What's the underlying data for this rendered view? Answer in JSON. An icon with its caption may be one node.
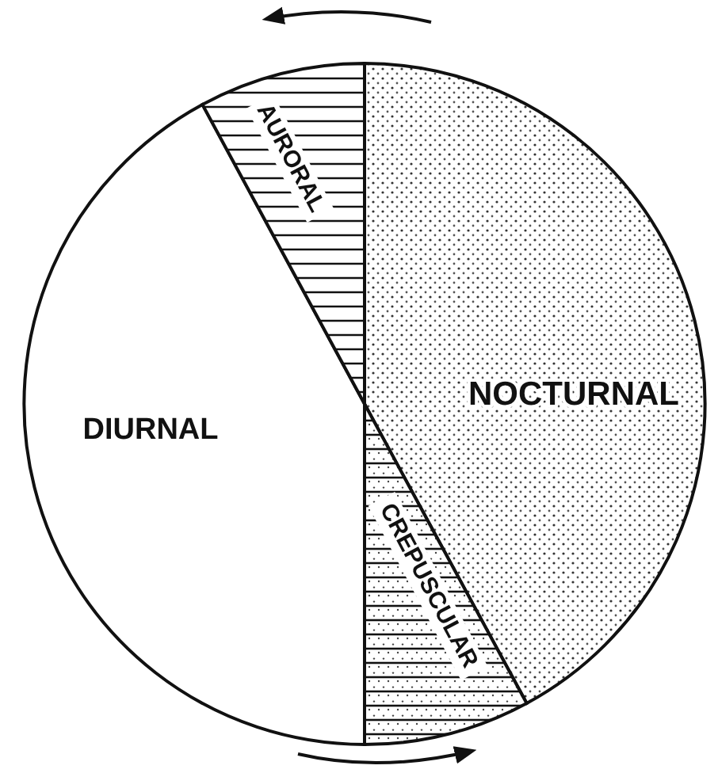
{
  "diagram": {
    "nodes": [
      {
        "text": [
          "AURORAL"
        ]
      },
      {
        "text": [
          "NOCTURNAL"
        ]
      },
      {
        "text": [
          "DIURNAL"
        ]
      },
      {
        "text": [
          "CREPUSCULAR"
        ]
      }
    ]
  }
}
